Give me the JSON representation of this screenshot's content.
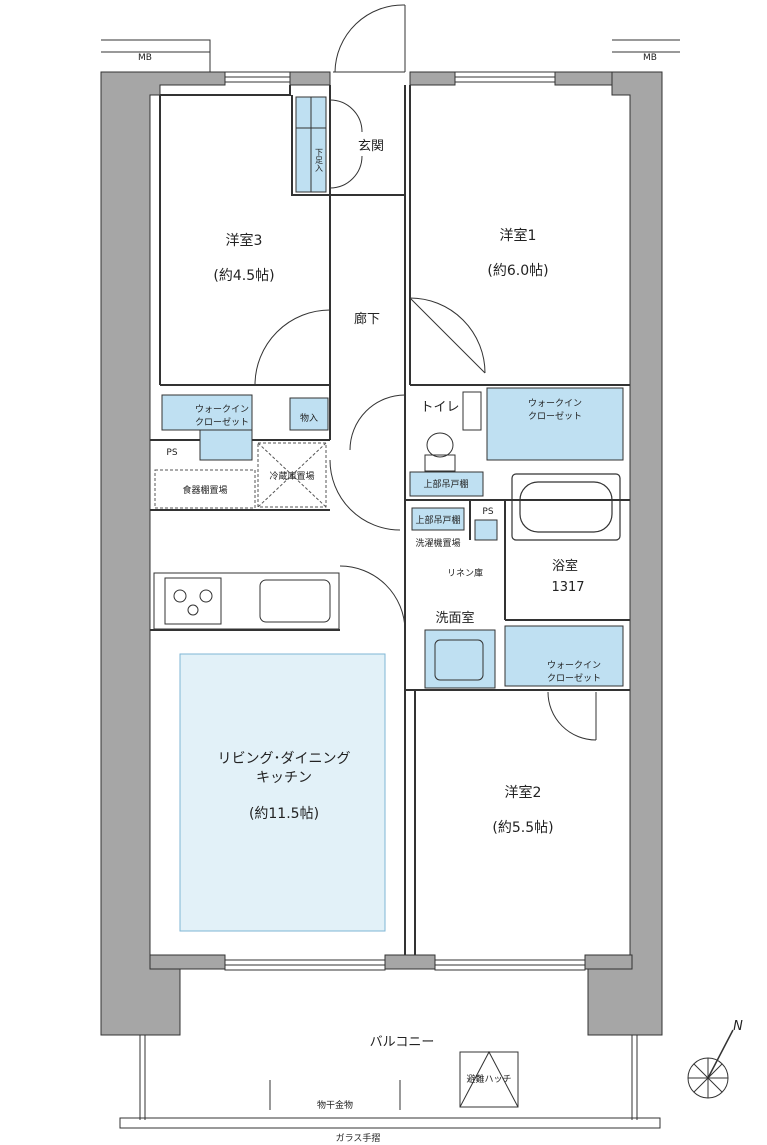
{
  "plan": {
    "rooms": {
      "western3": {
        "name": "洋室3",
        "size": "(約4.5帖)"
      },
      "western1": {
        "name": "洋室1",
        "size": "(約6.0帖)"
      },
      "western2": {
        "name": "洋室2",
        "size": "(約5.5帖)"
      },
      "ldk": {
        "name_line1": "リビング･ダイニング",
        "name_line2": "キッチン",
        "size": "(約11.5帖)"
      },
      "entrance": "玄関",
      "shoe_box": "下足入",
      "corridor": "廊下",
      "toilet": "トイレ",
      "storage": "物入",
      "bath": {
        "name": "浴室",
        "size": "1317"
      },
      "washroom": "洗面室",
      "balcony": "バルコニー"
    },
    "labels": {
      "mb_left": "MB",
      "mb_right": "MB",
      "ps_left": "PS",
      "ps_right": "PS",
      "walkin_left": [
        "ウォークイン",
        "クローゼット"
      ],
      "walkin_right_top": [
        "ウォークイン",
        "クローゼット"
      ],
      "walkin_right_bottom": [
        "ウォークイン",
        "クローゼット"
      ],
      "pantry": "食器棚置場",
      "fridge": "冷蔵庫置場",
      "upper_cabinet_toilet": "上部吊戸棚",
      "upper_cabinet_wash": "上部吊戸棚",
      "washer": "洗濯機置場",
      "linen": "リネン庫",
      "escape_hatch": "避難ハッチ",
      "drying_rack": "物干金物",
      "glass_rail": "ガラス手摺",
      "north": "N"
    },
    "colors": {
      "wall": "#a6a6a6",
      "line": "#333333",
      "storage_fill": "#bfe0f2",
      "ldk_fill": "#e2f1f8",
      "ldk_border": "#7fb6d5"
    }
  }
}
